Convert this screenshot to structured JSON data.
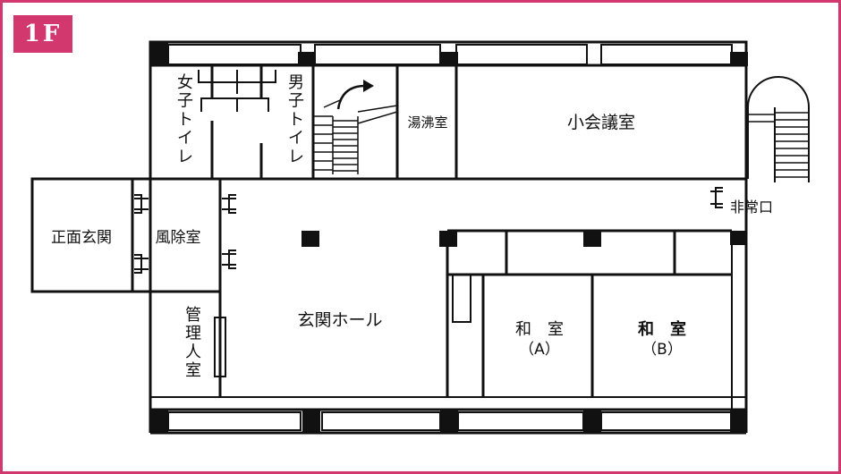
{
  "floor_label": "1F",
  "rooms": {
    "womens_toilet": "女子トイレ",
    "mens_toilet": "男子トイレ",
    "kitchenette": "湯沸室",
    "small_meeting_room": "小会議室",
    "emergency_exit": "非常口",
    "main_entrance": "正面玄関",
    "windbreak_room": "風除室",
    "entrance_hall": "玄関ホール",
    "manager_room": "管理人室",
    "japanese_room_a_name": "和　室",
    "japanese_room_a_sub": "（A）",
    "japanese_room_b_name": "和　室",
    "japanese_room_b_sub": "（B）"
  },
  "colors": {
    "frame": "#d2386e",
    "walls": "#111111"
  }
}
